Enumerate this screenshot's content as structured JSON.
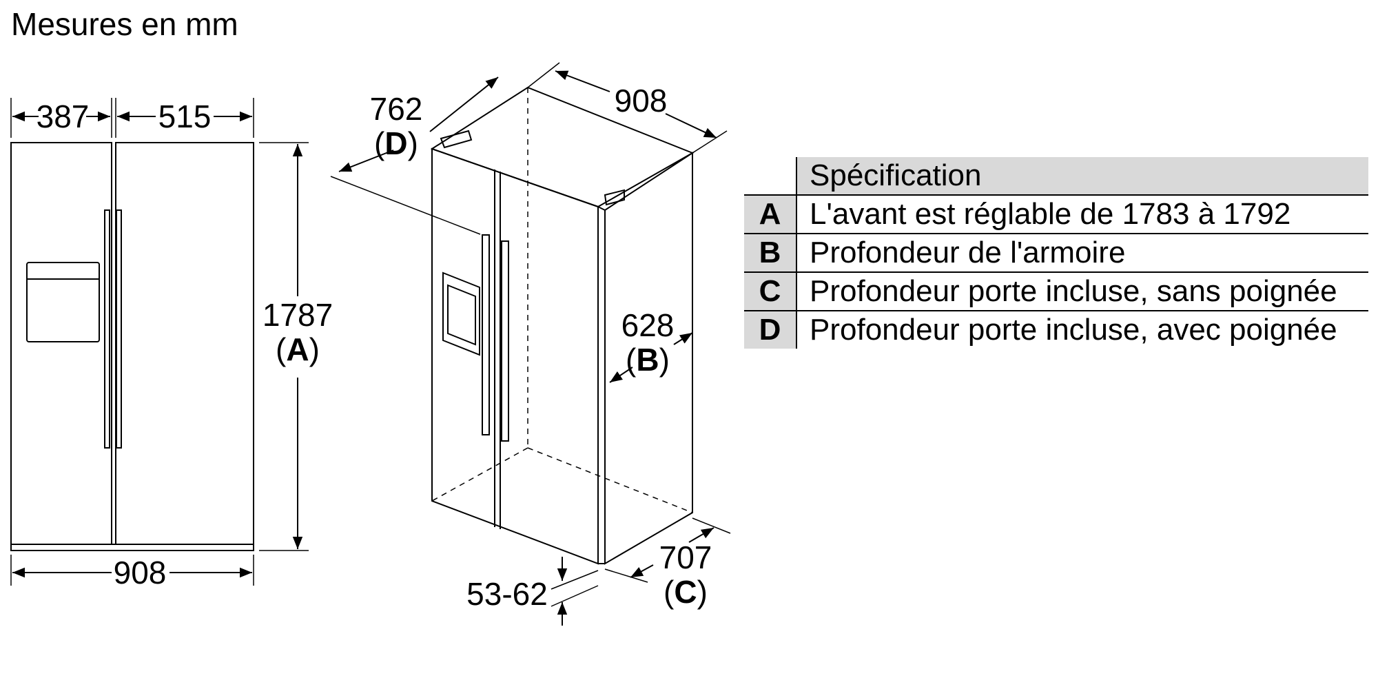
{
  "title": "Mesures en mm",
  "front_view": {
    "width_left": "387",
    "width_right": "515",
    "width_total": "908",
    "height": "1787",
    "height_code": "A"
  },
  "iso_view": {
    "depth_handle": "762",
    "depth_handle_code": "D",
    "width": "908",
    "depth_cabinet": "628",
    "depth_cabinet_code": "B",
    "depth_door": "707",
    "depth_door_code": "C",
    "feet_gap": "53-62"
  },
  "spec": {
    "header": "Spécification",
    "rows": [
      {
        "code": "A",
        "text": "L'avant est réglable de 1783 à 1792"
      },
      {
        "code": "B",
        "text": "Profondeur de l'armoire"
      },
      {
        "code": "C",
        "text": "Profondeur porte incluse, sans poignée"
      },
      {
        "code": "D",
        "text": "Profondeur porte incluse, avec poignée"
      }
    ]
  }
}
